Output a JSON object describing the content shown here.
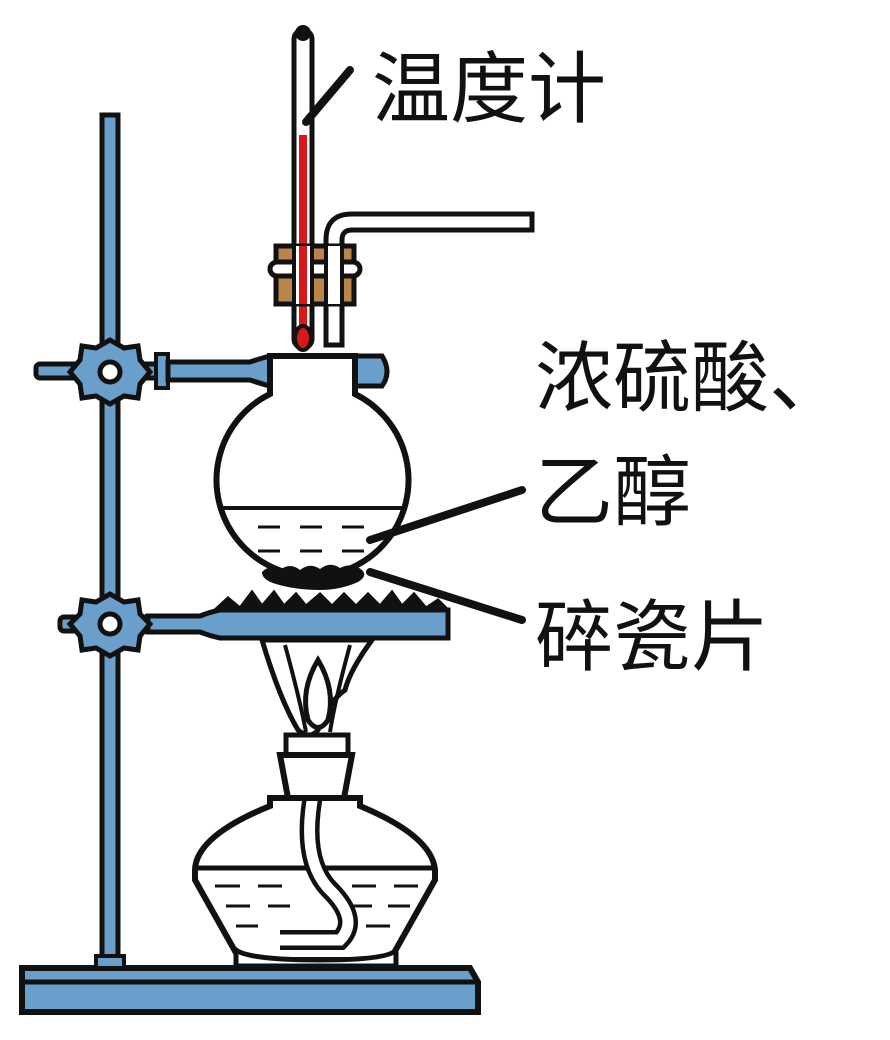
{
  "labels": {
    "thermometer": "温度计",
    "reagents_line1": "浓硫酸、",
    "reagents_line2": "乙醇",
    "chips": "碎瓷片"
  },
  "colors": {
    "stand_blue": "#6a9fcc",
    "outline": "#111111",
    "mercury_red": "#d7191c",
    "cork": "#b9854a",
    "glass": "#ffffff"
  }
}
